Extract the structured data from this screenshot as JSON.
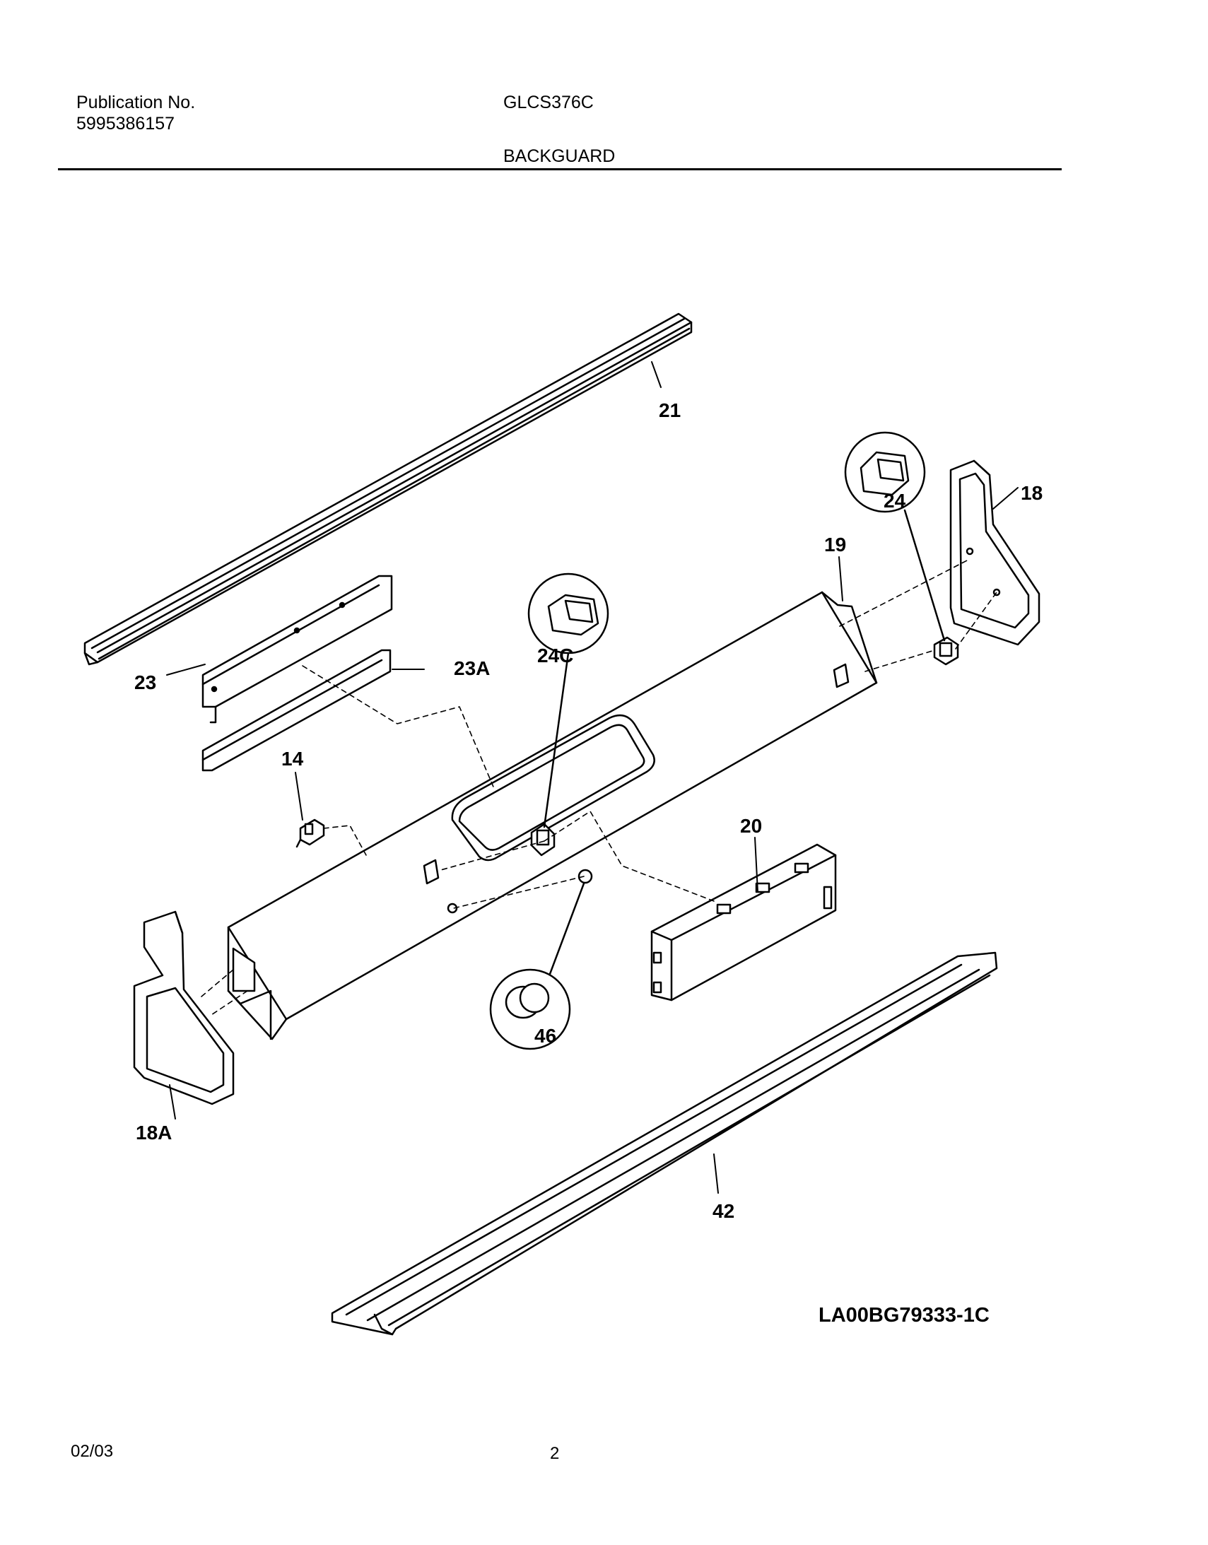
{
  "header": {
    "publication_label": "Publication No.",
    "publication_number": "5995386157",
    "model": "GLCS376C",
    "section_title": "BACKGUARD"
  },
  "diagram": {
    "drawing_id": "LA00BG79333-1C",
    "callouts": {
      "c21": "21",
      "c24": "24",
      "c18": "18",
      "c19": "19",
      "c24c": "24C",
      "c23a": "23A",
      "c23": "23",
      "c14": "14",
      "c20": "20",
      "c46": "46",
      "c18a": "18A",
      "c42": "42"
    }
  },
  "footer": {
    "date": "02/03",
    "page_number": "2"
  }
}
